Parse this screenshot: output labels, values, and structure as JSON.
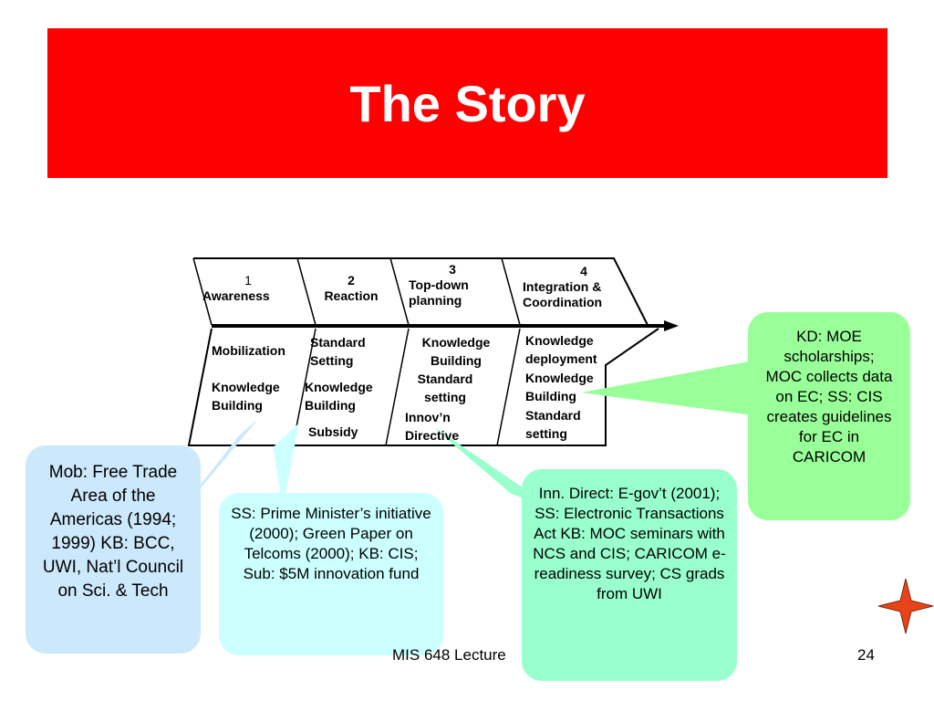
{
  "title": "The Story",
  "stages": [
    {
      "number": "1",
      "label": "Awareness"
    },
    {
      "number": "2",
      "label": "Reaction"
    },
    {
      "number": "3",
      "label": "Top-down planning"
    },
    {
      "number": "4",
      "label": "Integration & Coordination"
    }
  ],
  "stage_items": {
    "col1": [
      "Mobilization",
      "Knowledge Building"
    ],
    "col2": [
      "Standard Setting",
      "Knowledge Building",
      "Subsidy"
    ],
    "col3": [
      "Knowledge Building",
      "Standard setting",
      "Innov’n Directive"
    ],
    "col4": [
      "Knowledge deployment",
      "Knowledge Building",
      "Standard setting"
    ]
  },
  "callouts": {
    "mob": "Mob: Free Trade Area of the Americas (1994; 1999) KB: BCC, UWI, Nat’l Council on Sci. & Tech",
    "ss": "SS: Prime Minister’s initiative (2000); Green Paper on Telcoms (2000); KB: CIS; Sub: $5M innovation fund",
    "inn": "Inn. Direct: E-gov’t (2001); SS: Electronic Transactions Act KB: MOC seminars with NCS and CIS; CARICOM e-readiness survey; CS grads from UWI",
    "kd": "KD: MOE scholarships; MOC collects data on EC; SS: CIS creates guidelines for EC in CARICOM"
  },
  "footer": {
    "course": "MIS 648 Lecture",
    "page": "24"
  },
  "colors": {
    "banner": "#ff0000",
    "callout_blue": "#cce8fb",
    "callout_cyan": "#ccffff",
    "callout_green": "#99ffcc",
    "callout_lime": "#99ff99",
    "star": "#e8431a"
  },
  "icons": {
    "arrow": "right-arrow-icon",
    "star": "compass-star-icon"
  }
}
